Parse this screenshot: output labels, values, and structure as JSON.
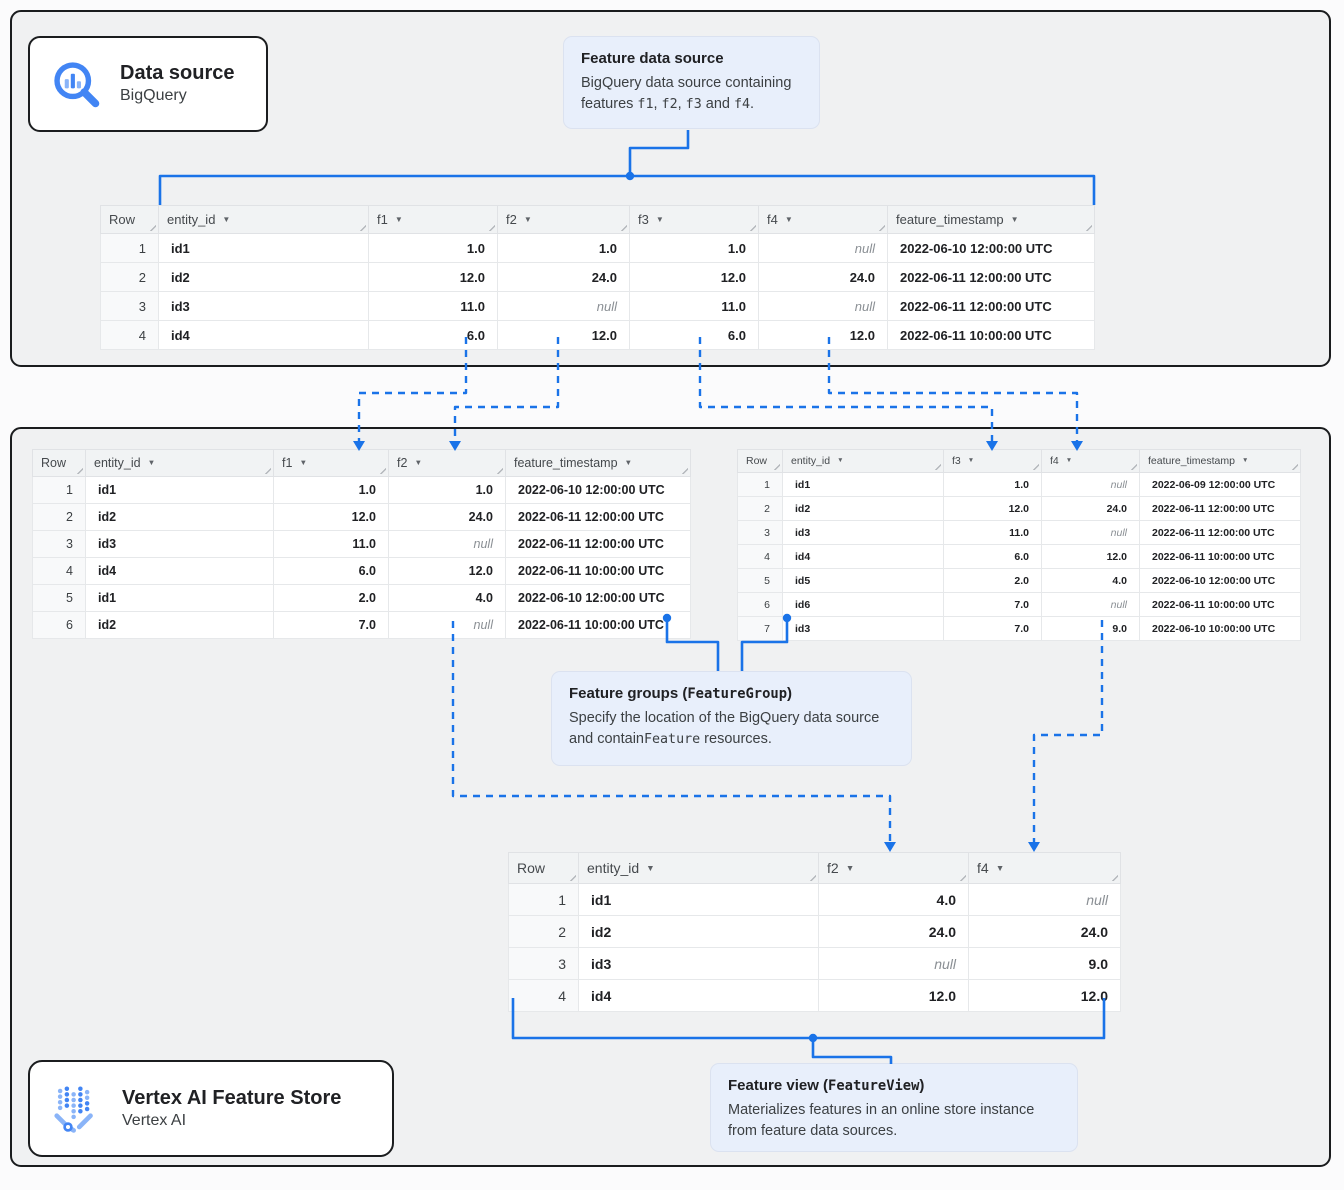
{
  "page": {
    "accent": "#1a73e8",
    "box_fill": "#f0f1f2",
    "callout_fill": "#e8effb"
  },
  "cards": {
    "data_source": {
      "title": "Data source",
      "subtitle": "BigQuery"
    },
    "feature_store": {
      "title": "Vertex AI Feature Store",
      "subtitle": "Vertex AI"
    }
  },
  "callouts": {
    "feature_data_source": {
      "title_segments": [
        {
          "t": "Feature data source"
        }
      ],
      "body_segments": [
        {
          "t": "BigQuery data source containing features "
        },
        {
          "t": "f1",
          "mono": true
        },
        {
          "t": ", "
        },
        {
          "t": "f2",
          "mono": true
        },
        {
          "t": ", "
        },
        {
          "t": "f3",
          "mono": true
        },
        {
          "t": " and "
        },
        {
          "t": "f4",
          "mono": true
        },
        {
          "t": "."
        }
      ]
    },
    "feature_groups": {
      "title_segments": [
        {
          "t": "Feature groups ("
        },
        {
          "t": "FeatureGroup",
          "mono": true
        },
        {
          "t": ")"
        }
      ],
      "body_segments": [
        {
          "t": "Specify the location of the BigQuery data source and contain"
        },
        {
          "t": "Feature",
          "mono": true
        },
        {
          "t": " resources."
        }
      ]
    },
    "feature_view": {
      "title_segments": [
        {
          "t": "Feature view ("
        },
        {
          "t": "FeatureView",
          "mono": true
        },
        {
          "t": ")"
        }
      ],
      "body_segments": [
        {
          "t": "Materializes features in an online store instance from feature data sources."
        }
      ]
    }
  },
  "tables": {
    "source": {
      "columns": [
        {
          "label": "Row"
        },
        {
          "label": "entity_id",
          "sort": true
        },
        {
          "label": "f1",
          "sort": true
        },
        {
          "label": "f2",
          "sort": true
        },
        {
          "label": "f3",
          "sort": true
        },
        {
          "label": "f4",
          "sort": true
        },
        {
          "label": "feature_timestamp",
          "sort": true
        }
      ],
      "rows": [
        [
          "1",
          "id1",
          "1.0",
          "1.0",
          "1.0",
          "null",
          "2022-06-10 12:00:00 UTC"
        ],
        [
          "2",
          "id2",
          "12.0",
          "24.0",
          "12.0",
          "24.0",
          "2022-06-11 12:00:00 UTC"
        ],
        [
          "3",
          "id3",
          "11.0",
          "null",
          "11.0",
          "null",
          "2022-06-11 12:00:00 UTC"
        ],
        [
          "4",
          "id4",
          "6.0",
          "12.0",
          "6.0",
          "12.0",
          "2022-06-11 10:00:00 UTC"
        ]
      ]
    },
    "feature_group_1": {
      "columns": [
        {
          "label": "Row"
        },
        {
          "label": "entity_id",
          "sort": true
        },
        {
          "label": "f1",
          "sort": true
        },
        {
          "label": "f2",
          "sort": true
        },
        {
          "label": "feature_timestamp",
          "sort": true
        }
      ],
      "rows": [
        [
          "1",
          "id1",
          "1.0",
          "1.0",
          "2022-06-10 12:00:00 UTC"
        ],
        [
          "2",
          "id2",
          "12.0",
          "24.0",
          "2022-06-11 12:00:00 UTC"
        ],
        [
          "3",
          "id3",
          "11.0",
          "null",
          "2022-06-11 12:00:00 UTC"
        ],
        [
          "4",
          "id4",
          "6.0",
          "12.0",
          "2022-06-11 10:00:00 UTC"
        ],
        [
          "5",
          "id1",
          "2.0",
          "4.0",
          "2022-06-10 12:00:00 UTC"
        ],
        [
          "6",
          "id2",
          "7.0",
          "null",
          "2022-06-11 10:00:00 UTC"
        ]
      ]
    },
    "feature_group_2": {
      "columns": [
        {
          "label": "Row"
        },
        {
          "label": "entity_id",
          "sort": true
        },
        {
          "label": "f3",
          "sort": true
        },
        {
          "label": "f4",
          "sort": true
        },
        {
          "label": "feature_timestamp",
          "sort": true
        }
      ],
      "rows": [
        [
          "1",
          "id1",
          "1.0",
          "null",
          "2022-06-09 12:00:00 UTC"
        ],
        [
          "2",
          "id2",
          "12.0",
          "24.0",
          "2022-06-11 12:00:00 UTC"
        ],
        [
          "3",
          "id3",
          "11.0",
          "null",
          "2022-06-11 12:00:00 UTC"
        ],
        [
          "4",
          "id4",
          "6.0",
          "12.0",
          "2022-06-11 10:00:00 UTC"
        ],
        [
          "5",
          "id5",
          "2.0",
          "4.0",
          "2022-06-10 12:00:00 UTC"
        ],
        [
          "6",
          "id6",
          "7.0",
          "null",
          "2022-06-11 10:00:00 UTC"
        ],
        [
          "7",
          "id3",
          "7.0",
          "9.0",
          "2022-06-10 10:00:00 UTC"
        ]
      ]
    },
    "feature_view": {
      "columns": [
        {
          "label": "Row"
        },
        {
          "label": "entity_id",
          "sort": true
        },
        {
          "label": "f2",
          "sort": true
        },
        {
          "label": "f4",
          "sort": true
        }
      ],
      "rows": [
        [
          "1",
          "id1",
          "4.0",
          "null"
        ],
        [
          "2",
          "id2",
          "24.0",
          "24.0"
        ],
        [
          "3",
          "id3",
          "null",
          "9.0"
        ],
        [
          "4",
          "id4",
          "12.0",
          "12.0"
        ]
      ]
    }
  }
}
